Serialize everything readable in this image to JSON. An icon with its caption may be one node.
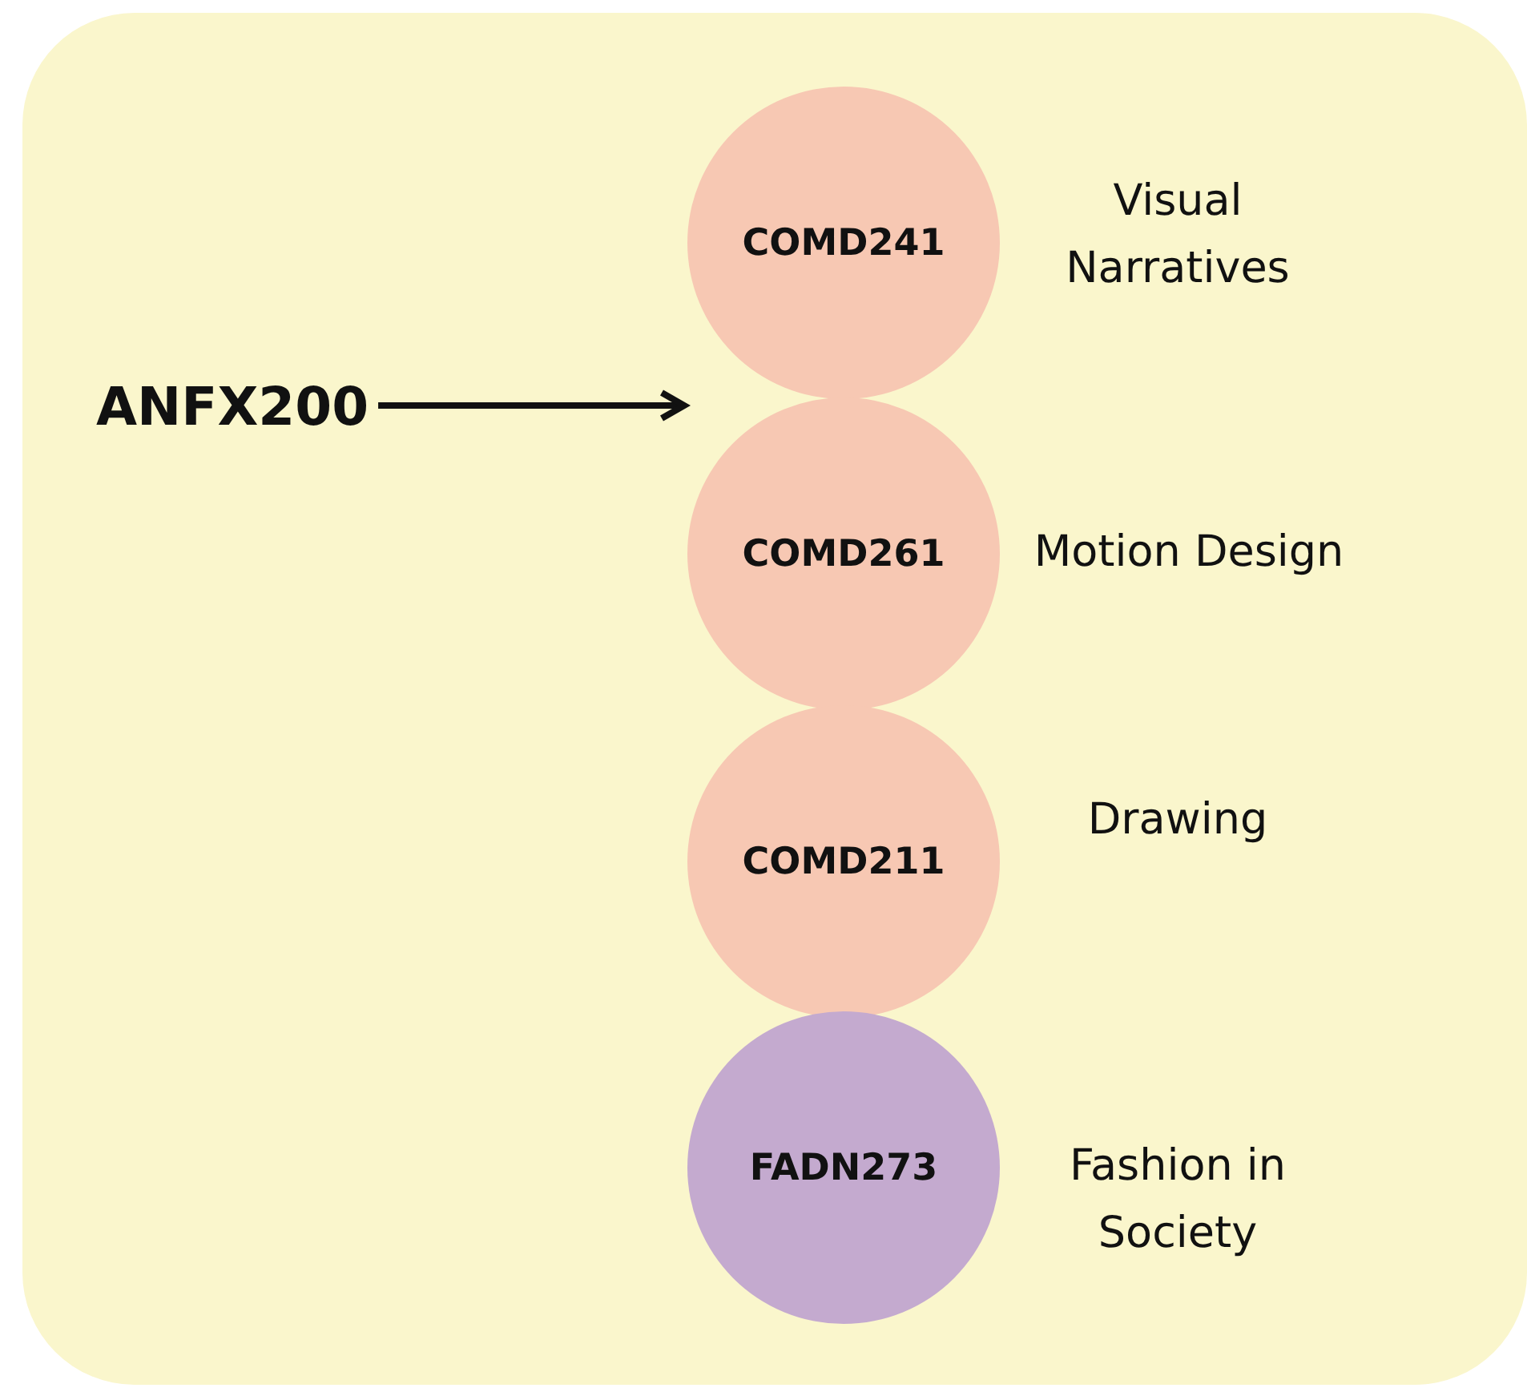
{
  "diagram": {
    "nodes": [
      {
        "text": [
          "ANFX200"
        ]
      },
      {
        "text": [
          "COMD241"
        ],
        "beside": [
          "Visual Narratives"
        ]
      },
      {
        "text": [
          "COMD261"
        ],
        "beside": [
          "Motion Design"
        ]
      },
      {
        "text": [
          "COMD211"
        ],
        "beside": [
          "Drawing"
        ]
      },
      {
        "text": [
          "FADN273"
        ],
        "beside": [
          "Fashion in Society"
        ]
      }
    ],
    "edges": [
      {
        "from": 0,
        "to": 2,
        "arrow": "to"
      }
    ]
  }
}
